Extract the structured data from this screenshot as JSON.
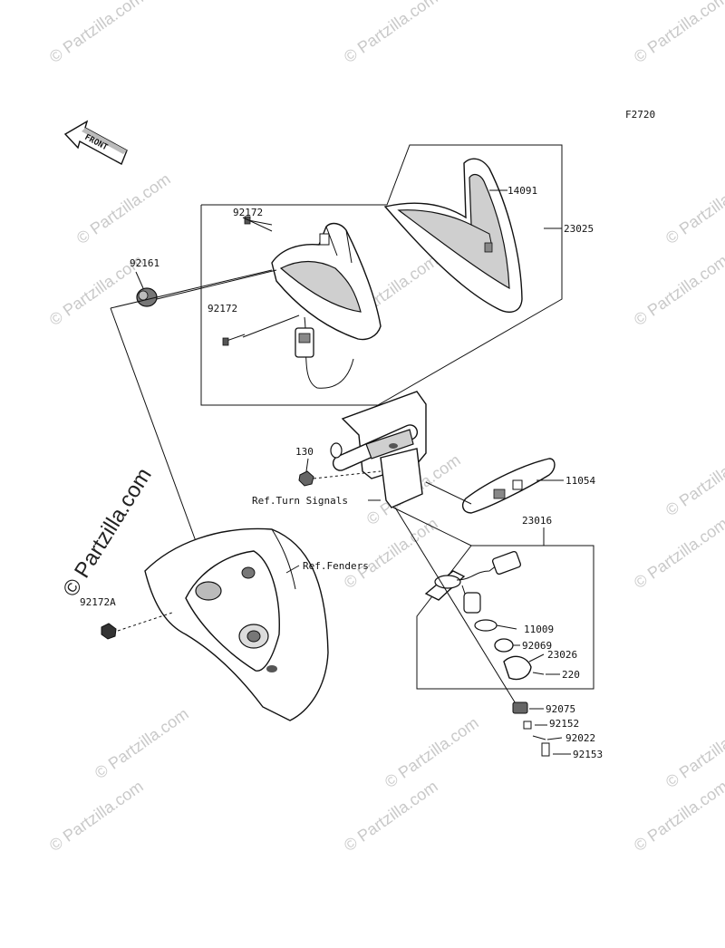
{
  "diagram": {
    "figure_code": "F2720",
    "front_badge": "FRONT",
    "watermark": "© Partzilla.com",
    "callouts": [
      {
        "id": "14091",
        "label": "14091"
      },
      {
        "id": "23025",
        "label": "23025"
      },
      {
        "id": "92172-top",
        "label": "92172"
      },
      {
        "id": "92161",
        "label": "92161"
      },
      {
        "id": "92172-mid",
        "label": "92172"
      },
      {
        "id": "130",
        "label": "130"
      },
      {
        "id": "ref-turn-signals",
        "label": "Ref.Turn Signals"
      },
      {
        "id": "11054",
        "label": "11054"
      },
      {
        "id": "23016",
        "label": "23016"
      },
      {
        "id": "ref-fenders",
        "label": "Ref.Fenders"
      },
      {
        "id": "92172A",
        "label": "92172A"
      },
      {
        "id": "11009",
        "label": "11009"
      },
      {
        "id": "92069",
        "label": "92069"
      },
      {
        "id": "23026",
        "label": "23026"
      },
      {
        "id": "220",
        "label": "220"
      },
      {
        "id": "92075",
        "label": "92075"
      },
      {
        "id": "92152",
        "label": "92152"
      },
      {
        "id": "92022",
        "label": "92022"
      },
      {
        "id": "92153",
        "label": "92153"
      }
    ]
  }
}
